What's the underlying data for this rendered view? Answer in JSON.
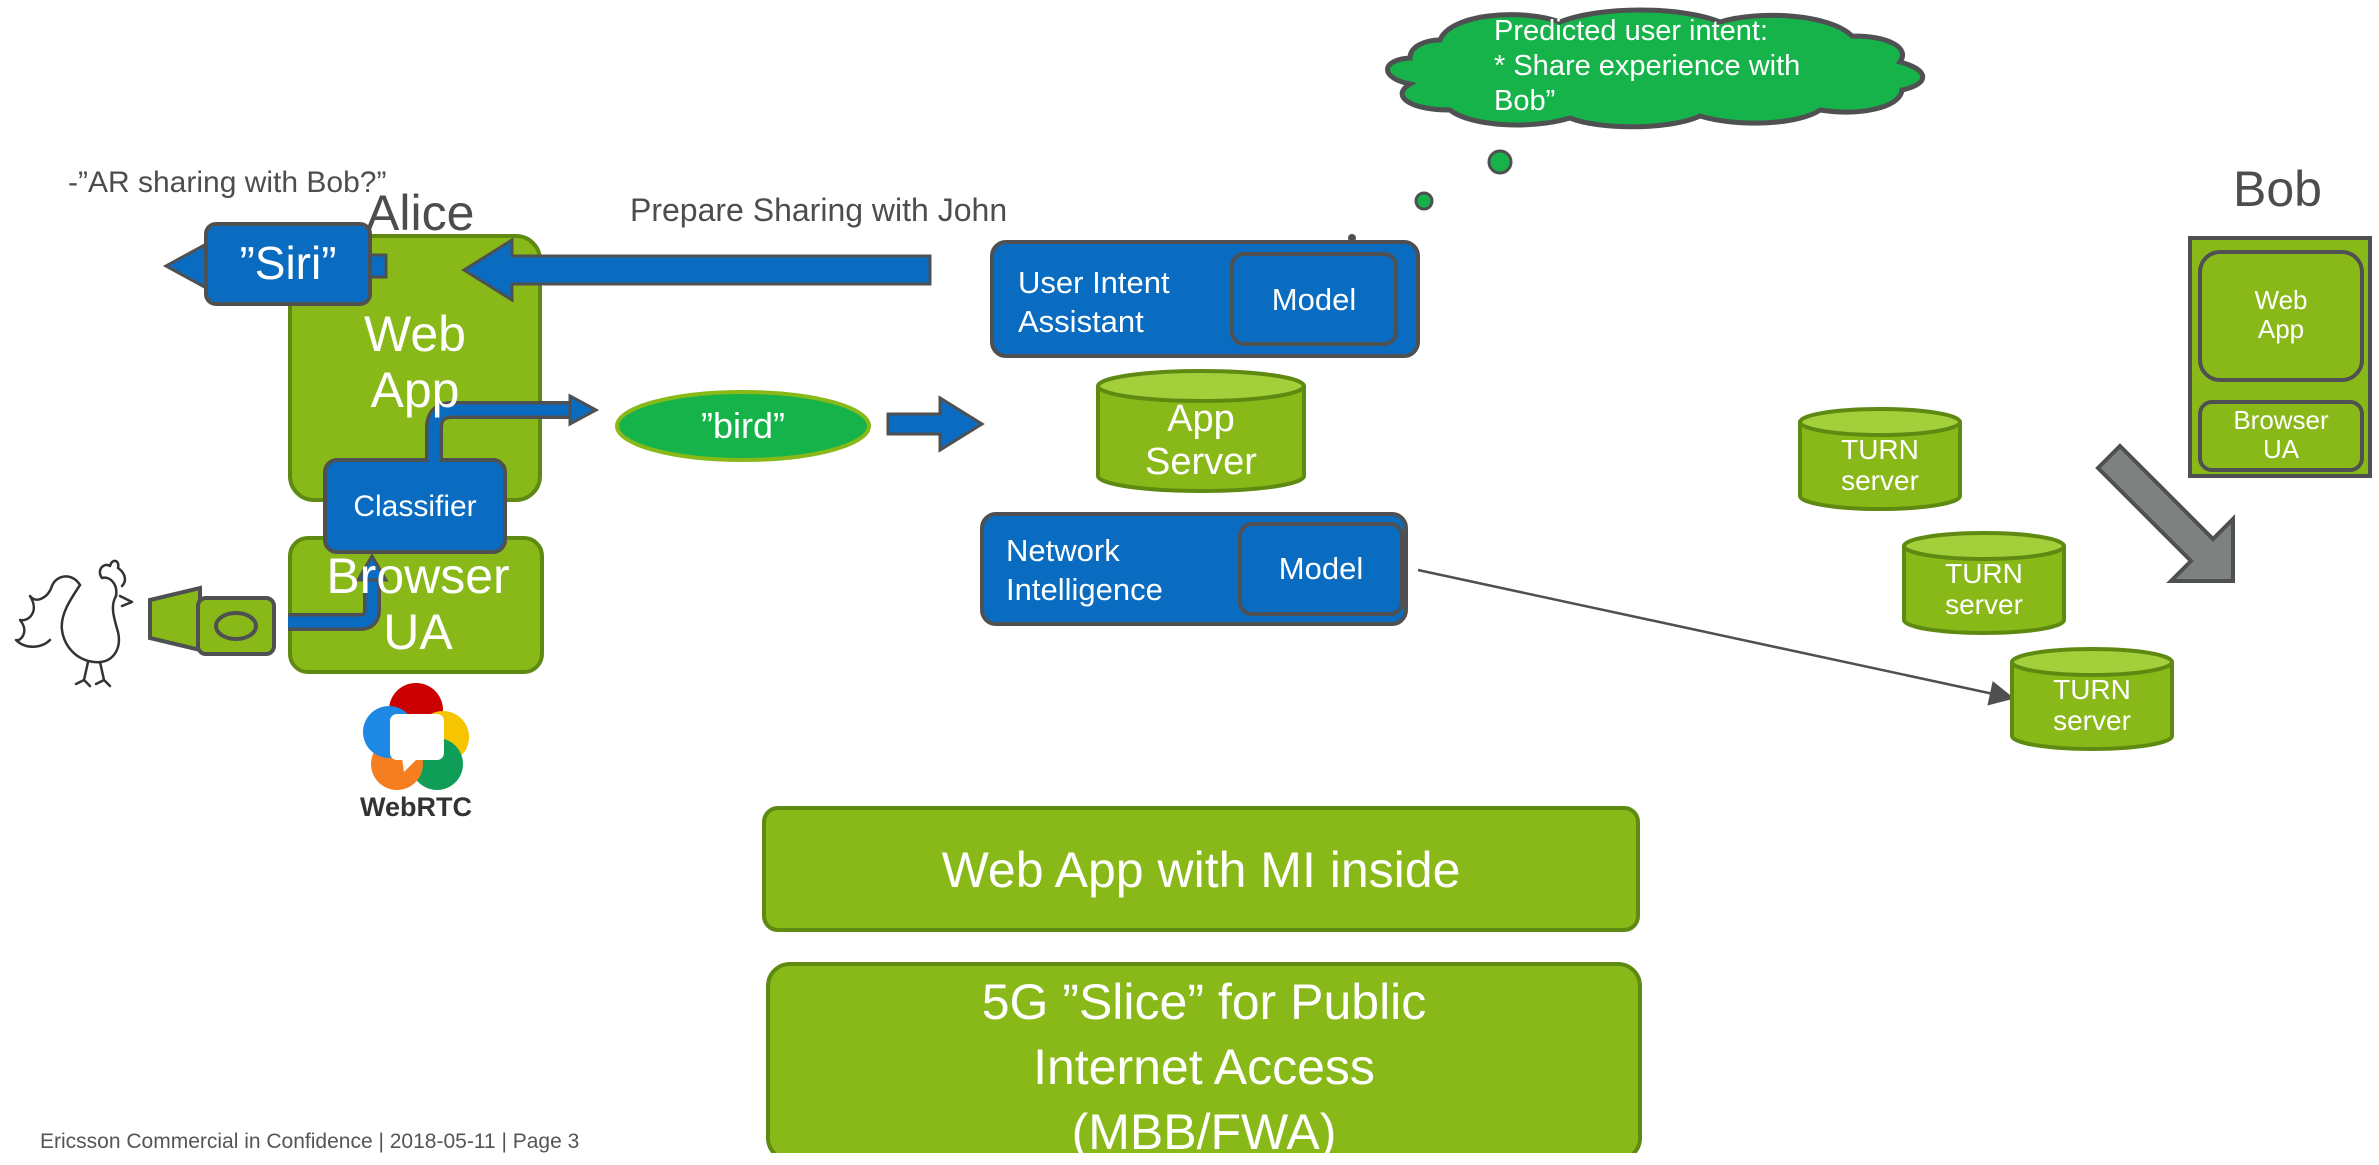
{
  "quote_text": "-”AR sharing with Bob?”",
  "alice_label": "Alice",
  "bob_label": "Bob",
  "siri_label": "”Siri”",
  "alice_webapp_lines": [
    "Web",
    "App"
  ],
  "classifier_label": "Classifier",
  "alice_browser_lines": [
    "Browser",
    "UA"
  ],
  "webrtc_label": "WebRTC",
  "bird_label": "”bird”",
  "prepare_sharing_text": "Prepare Sharing with John",
  "user_intent_lines": [
    "User Intent",
    "Assistant"
  ],
  "model_label": "Model",
  "app_server_lines": [
    "App",
    "Server"
  ],
  "network_intel_lines": [
    "Network",
    "Intelligence"
  ],
  "cloud_lines": [
    "Predicted user intent:",
    "* Share experience with",
    "Bob”"
  ],
  "turn_lines": [
    "TURN",
    "server"
  ],
  "bob_webapp_lines": [
    "Web",
    "App"
  ],
  "bob_browser_lines": [
    "Browser",
    "UA"
  ],
  "webapp_mi_label": "Web App with MI inside",
  "slice_lines": [
    "5G ”Slice” for Public",
    "Internet Access",
    "(MBB/FWA)"
  ],
  "footer_text": "Ericsson Commercial in Confidence |  2018-05-11  |  Page 3",
  "colors": {
    "green": "#89b918",
    "green_border": "#5e8a12",
    "blue": "#0a6cc0",
    "gray_border": "#4f5052",
    "cloud_green": "#16b34a",
    "arrow_gray": "#7d8180"
  }
}
